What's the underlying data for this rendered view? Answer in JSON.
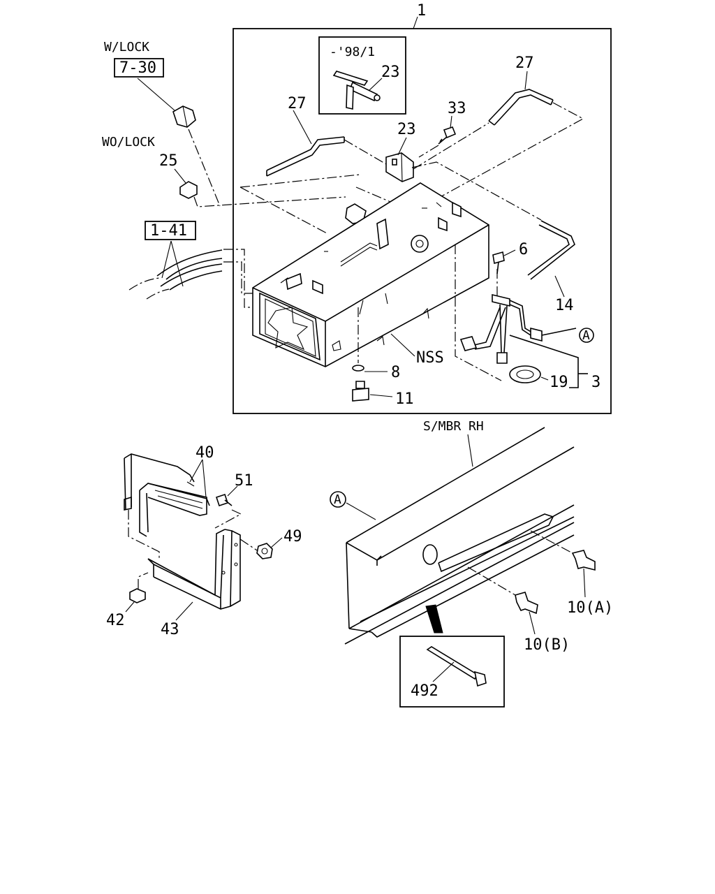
{
  "callouts": {
    "assy_1": "1",
    "w_lock": "W/LOCK",
    "ref_7_30": "7-30",
    "wo_lock": "WO/LOCK",
    "cap_25": "25",
    "ref_1_41": "1-41",
    "inset_date": "-'98/1",
    "inset_23": "23",
    "hose_27_left": "27",
    "hose_27_right": "27",
    "screw_33": "33",
    "joint_23": "23",
    "screw_6": "6",
    "hose_14": "14",
    "connector_a_top": "A",
    "nss": "NSS",
    "washer_8": "8",
    "plug_11": "11",
    "gasket_19": "19",
    "unit_3": "3",
    "smbr_rh": "S/MBR RH",
    "band_40": "40",
    "bolt_51": "51",
    "nut_49": "49",
    "nut_42": "42",
    "bracket_43": "43",
    "connector_a_bottom": "A",
    "clip_10a": "10(A)",
    "clip_10b": "10(B)",
    "tie_492": "492"
  }
}
